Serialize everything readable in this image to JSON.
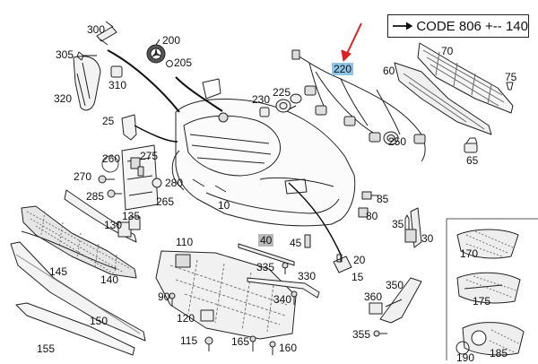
{
  "code_box": {
    "text": "CODE 806 +-- 140",
    "arrow_icon": "right-arrow-icon"
  },
  "highlight_colors": {
    "blue": "#8fc4e8",
    "gray": "#b9b9b9",
    "pointer_red": "#e02020"
  },
  "callouts": [
    {
      "id": "300",
      "text": "300"
    },
    {
      "id": "305",
      "text": "305"
    },
    {
      "id": "310",
      "text": "310"
    },
    {
      "id": "320",
      "text": "320"
    },
    {
      "id": "200",
      "text": "200"
    },
    {
      "id": "205",
      "text": "205"
    },
    {
      "id": "25",
      "text": "25"
    },
    {
      "id": "230",
      "text": "230"
    },
    {
      "id": "225",
      "text": "225"
    },
    {
      "id": "220",
      "text": "220",
      "highlight": "blue"
    },
    {
      "id": "70",
      "text": "70"
    },
    {
      "id": "60",
      "text": "60"
    },
    {
      "id": "75",
      "text": "75"
    },
    {
      "id": "250",
      "text": "250"
    },
    {
      "id": "65",
      "text": "65"
    },
    {
      "id": "260",
      "text": "260"
    },
    {
      "id": "275",
      "text": "275"
    },
    {
      "id": "270",
      "text": "270"
    },
    {
      "id": "280",
      "text": "280"
    },
    {
      "id": "285",
      "text": "285"
    },
    {
      "id": "265",
      "text": "265"
    },
    {
      "id": "10",
      "text": "10"
    },
    {
      "id": "85",
      "text": "85"
    },
    {
      "id": "80",
      "text": "80"
    },
    {
      "id": "130",
      "text": "130"
    },
    {
      "id": "135",
      "text": "135"
    },
    {
      "id": "35",
      "text": "35"
    },
    {
      "id": "30",
      "text": "30"
    },
    {
      "id": "110",
      "text": "110"
    },
    {
      "id": "40",
      "text": "40",
      "highlight": "gray"
    },
    {
      "id": "45",
      "text": "45"
    },
    {
      "id": "20",
      "text": "20"
    },
    {
      "id": "15",
      "text": "15"
    },
    {
      "id": "335",
      "text": "335"
    },
    {
      "id": "330",
      "text": "330"
    },
    {
      "id": "145",
      "text": "145"
    },
    {
      "id": "140",
      "text": "140"
    },
    {
      "id": "90",
      "text": "90"
    },
    {
      "id": "340",
      "text": "340"
    },
    {
      "id": "350",
      "text": "350"
    },
    {
      "id": "360",
      "text": "360"
    },
    {
      "id": "170",
      "text": "170"
    },
    {
      "id": "175",
      "text": "175"
    },
    {
      "id": "150",
      "text": "150"
    },
    {
      "id": "120",
      "text": "120"
    },
    {
      "id": "115",
      "text": "115"
    },
    {
      "id": "165",
      "text": "165"
    },
    {
      "id": "160",
      "text": "160"
    },
    {
      "id": "355",
      "text": "355"
    },
    {
      "id": "155",
      "text": "155"
    },
    {
      "id": "190",
      "text": "190"
    },
    {
      "id": "185",
      "text": "185"
    }
  ]
}
